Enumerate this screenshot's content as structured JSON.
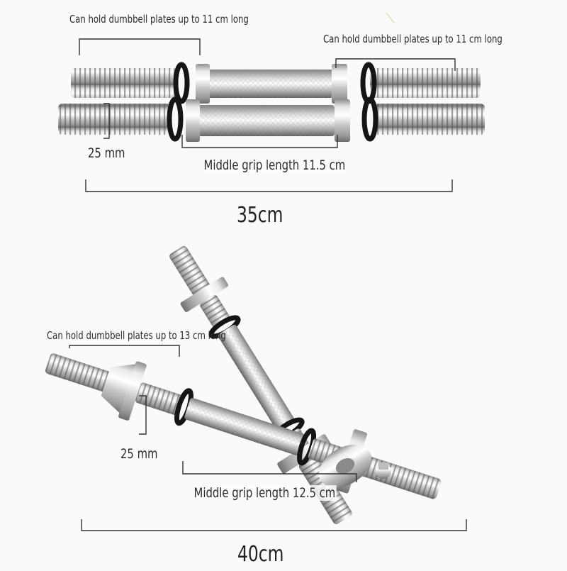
{
  "top_set": {
    "plate_capacity_left": "Can hold dumbbell plates up to 11 cm long",
    "plate_capacity_right": "Can hold dumbbell plates up to 11 cm long",
    "diameter": "25 mm",
    "grip_length": "Middle grip length 11.5 cm",
    "total_length": "35cm"
  },
  "bottom_set": {
    "plate_capacity": "Can hold dumbbell plates up to 13 cm long",
    "diameter": "25 mm",
    "grip_length": "Middle grip length 12.5 cm",
    "total_length": "40cm"
  },
  "colors": {
    "background": "#fafafa",
    "chrome_light": "#f2f2f2",
    "chrome_mid": "#c9c9c9",
    "chrome_dark": "#8a8a8a",
    "ring": "#151515",
    "lines": "#333333"
  }
}
